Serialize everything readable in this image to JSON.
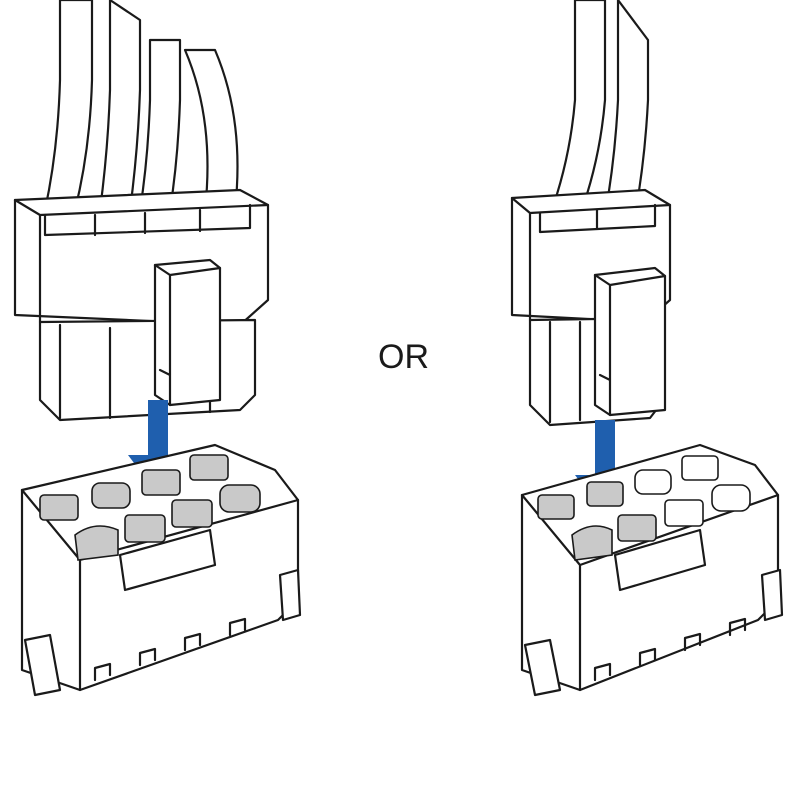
{
  "separator_text": "OR",
  "colors": {
    "arrow": "#1f5fae",
    "pin_fill": "#c9c9c9",
    "line": "#1a1a1a"
  },
  "left_option": {
    "connector": "8-pin",
    "highlighted_pins": 8
  },
  "right_option": {
    "connector": "4-pin",
    "highlighted_pins": 4
  }
}
